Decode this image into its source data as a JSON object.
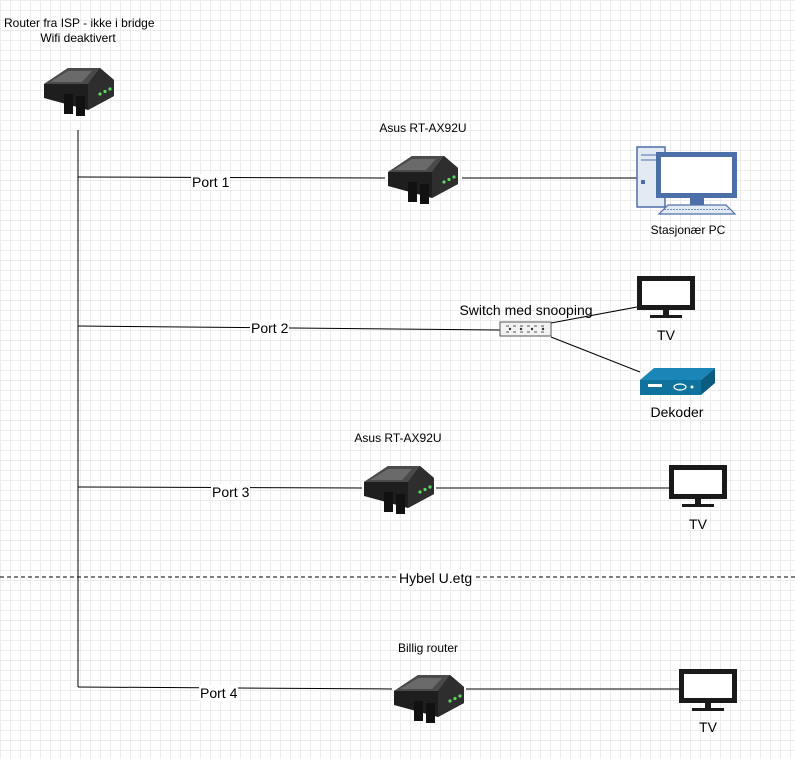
{
  "top_router": {
    "line1": "Router fra ISP - ikke i bridge",
    "line2": "Wifi deaktivert"
  },
  "asus_1": {
    "label": "Asus RT-AX92U"
  },
  "asus_2": {
    "label": "Asus RT-AX92U"
  },
  "cheap_router": {
    "label": "Billig router"
  },
  "switch": {
    "label": "Switch med snooping"
  },
  "ports": {
    "p1": "Port 1",
    "p2": "Port 2",
    "p3": "Port 3",
    "p4": "Port 4"
  },
  "devices": {
    "pc": "Stasjonær PC",
    "tv_switch": "TV",
    "decoder": "Dekoder",
    "tv_port3": "TV",
    "tv_port4": "TV"
  },
  "divider": {
    "label": "Hybel U.etg"
  },
  "colors": {
    "line": "#000000",
    "pc_blue": "#4d6fa8",
    "decoder_blue": "#10739e",
    "router_dark": "#2a2a2a",
    "led_green": "#5cd65c"
  }
}
